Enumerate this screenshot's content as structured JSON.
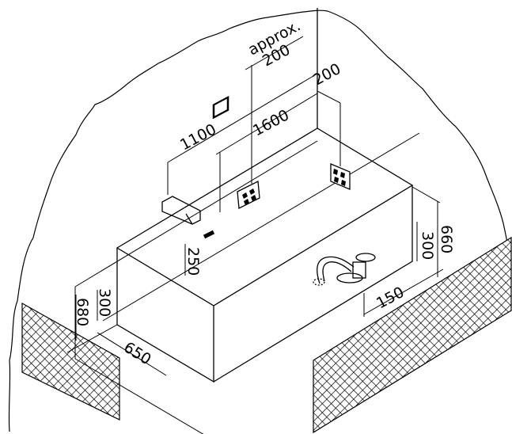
{
  "dimensions": {
    "approx_label": "approx.",
    "valve_spacing": "200",
    "length_to_valve": "1600",
    "length_to_spout": "1100",
    "side_offset": "200",
    "tub_height_right": "660",
    "top_rim_right": "300",
    "drain_offset": "150",
    "outlet_height": "250",
    "apron_height": "300",
    "total_height_left": "680",
    "tub_width": "650"
  }
}
